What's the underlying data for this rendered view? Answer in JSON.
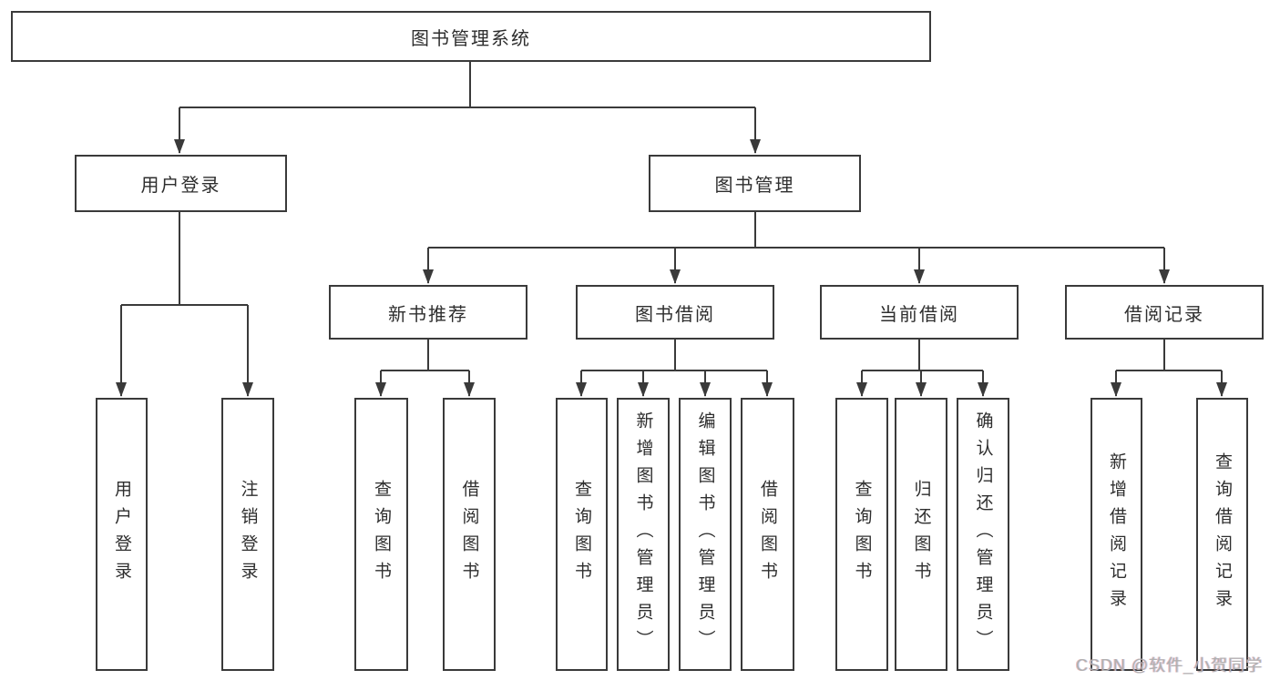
{
  "diagram": {
    "root": {
      "label": "图书管理系统"
    },
    "level2": {
      "login": {
        "label": "用户登录"
      },
      "management": {
        "label": "图书管理"
      }
    },
    "level3": {
      "recommend": {
        "label": "新书推荐"
      },
      "borrowing": {
        "label": "图书借阅"
      },
      "current": {
        "label": "当前借阅"
      },
      "records": {
        "label": "借阅记录"
      }
    },
    "level4": {
      "user_login": {
        "label": "用户登录"
      },
      "logout": {
        "label": "注销登录"
      },
      "recommend_query": {
        "label": "查询图书"
      },
      "recommend_borrow": {
        "label": "借阅图书"
      },
      "borrowing_query": {
        "label": "查询图书"
      },
      "borrowing_add": {
        "label": "新增图书（管理员）"
      },
      "borrowing_edit": {
        "label": "编辑图书（管理员）"
      },
      "borrowing_borrow": {
        "label": "借阅图书"
      },
      "current_query": {
        "label": "查询图书"
      },
      "current_return": {
        "label": "归还图书"
      },
      "current_confirm": {
        "label": "确认归还（管理员）"
      },
      "records_add": {
        "label": "新增借阅记录"
      },
      "records_query": {
        "label": "查询借阅记录"
      }
    },
    "watermark": "CSDN @软件_小贺同学",
    "colors": {
      "line": "#3a3a3a",
      "text": "#2e2e2e",
      "watermark": "#b0b0b0",
      "background": "#ffffff"
    }
  }
}
